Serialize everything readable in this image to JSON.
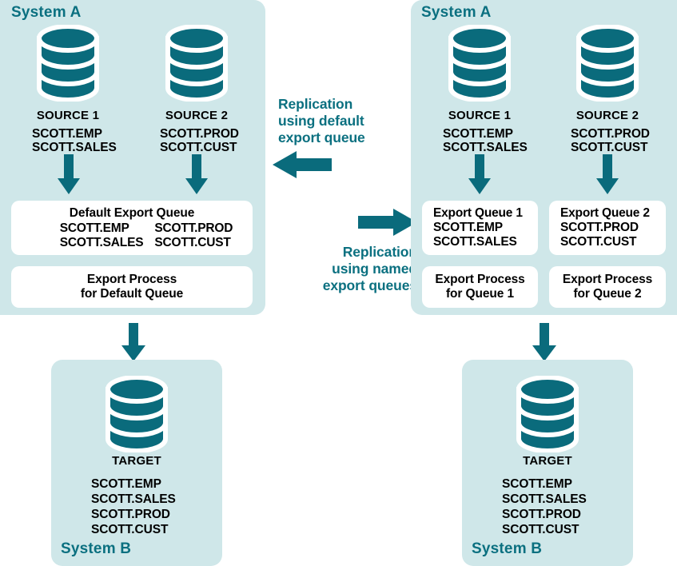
{
  "colors": {
    "panel_bg": "#cfe7e9",
    "teal": "#0b7080",
    "cylinder": "#0a6b7c",
    "box_bg": "#ffffff",
    "text": "#000000"
  },
  "left_diagram": {
    "system_a_label": "System A",
    "system_b_label": "System B",
    "sources": [
      {
        "title": "SOURCE 1",
        "tables": "SCOTT.EMP\nSCOTT.SALES",
        "icon": "database-cylinder-icon"
      },
      {
        "title": "SOURCE 2",
        "tables": "SCOTT.PROD\nSCOTT.CUST",
        "icon": "database-cylinder-icon"
      }
    ],
    "queue_box": {
      "title": "Default Export Queue",
      "col1": "SCOTT.EMP\nSCOTT.SALES",
      "col2": "SCOTT.PROD\nSCOTT.CUST"
    },
    "process_box": {
      "line1": "Export Process",
      "line2": "for Default Queue"
    },
    "target": {
      "title": "TARGET",
      "tables": "SCOTT.EMP\nSCOTT.SALES\nSCOTT.PROD\nSCOTT.CUST",
      "icon": "database-cylinder-icon"
    }
  },
  "right_diagram": {
    "system_a_label": "System A",
    "system_b_label": "System B",
    "sources": [
      {
        "title": "SOURCE 1",
        "tables": "SCOTT.EMP\nSCOTT.SALES",
        "icon": "database-cylinder-icon"
      },
      {
        "title": "SOURCE 2",
        "tables": "SCOTT.PROD\nSCOTT.CUST",
        "icon": "database-cylinder-icon"
      }
    ],
    "queue_boxes": [
      {
        "title": "Export Queue 1",
        "tables": "SCOTT.EMP\nSCOTT.SALES"
      },
      {
        "title": "Export Queue 2",
        "tables": "SCOTT.PROD\nSCOTT.CUST"
      }
    ],
    "process_boxes": [
      {
        "line1": "Export Process",
        "line2": "for Queue 1"
      },
      {
        "line1": "Export Process",
        "line2": "for Queue 2"
      }
    ],
    "target": {
      "title": "TARGET",
      "tables": "SCOTT.EMP\nSCOTT.SALES\nSCOTT.PROD\nSCOTT.CUST",
      "icon": "database-cylinder-icon"
    }
  },
  "center": {
    "caption_top": "Replication\nusing default\nexport queue",
    "caption_bottom": "Replication\nusing named\nexport queues",
    "arrow_left_icon": "arrow-left-icon",
    "arrow_right_icon": "arrow-right-icon"
  }
}
